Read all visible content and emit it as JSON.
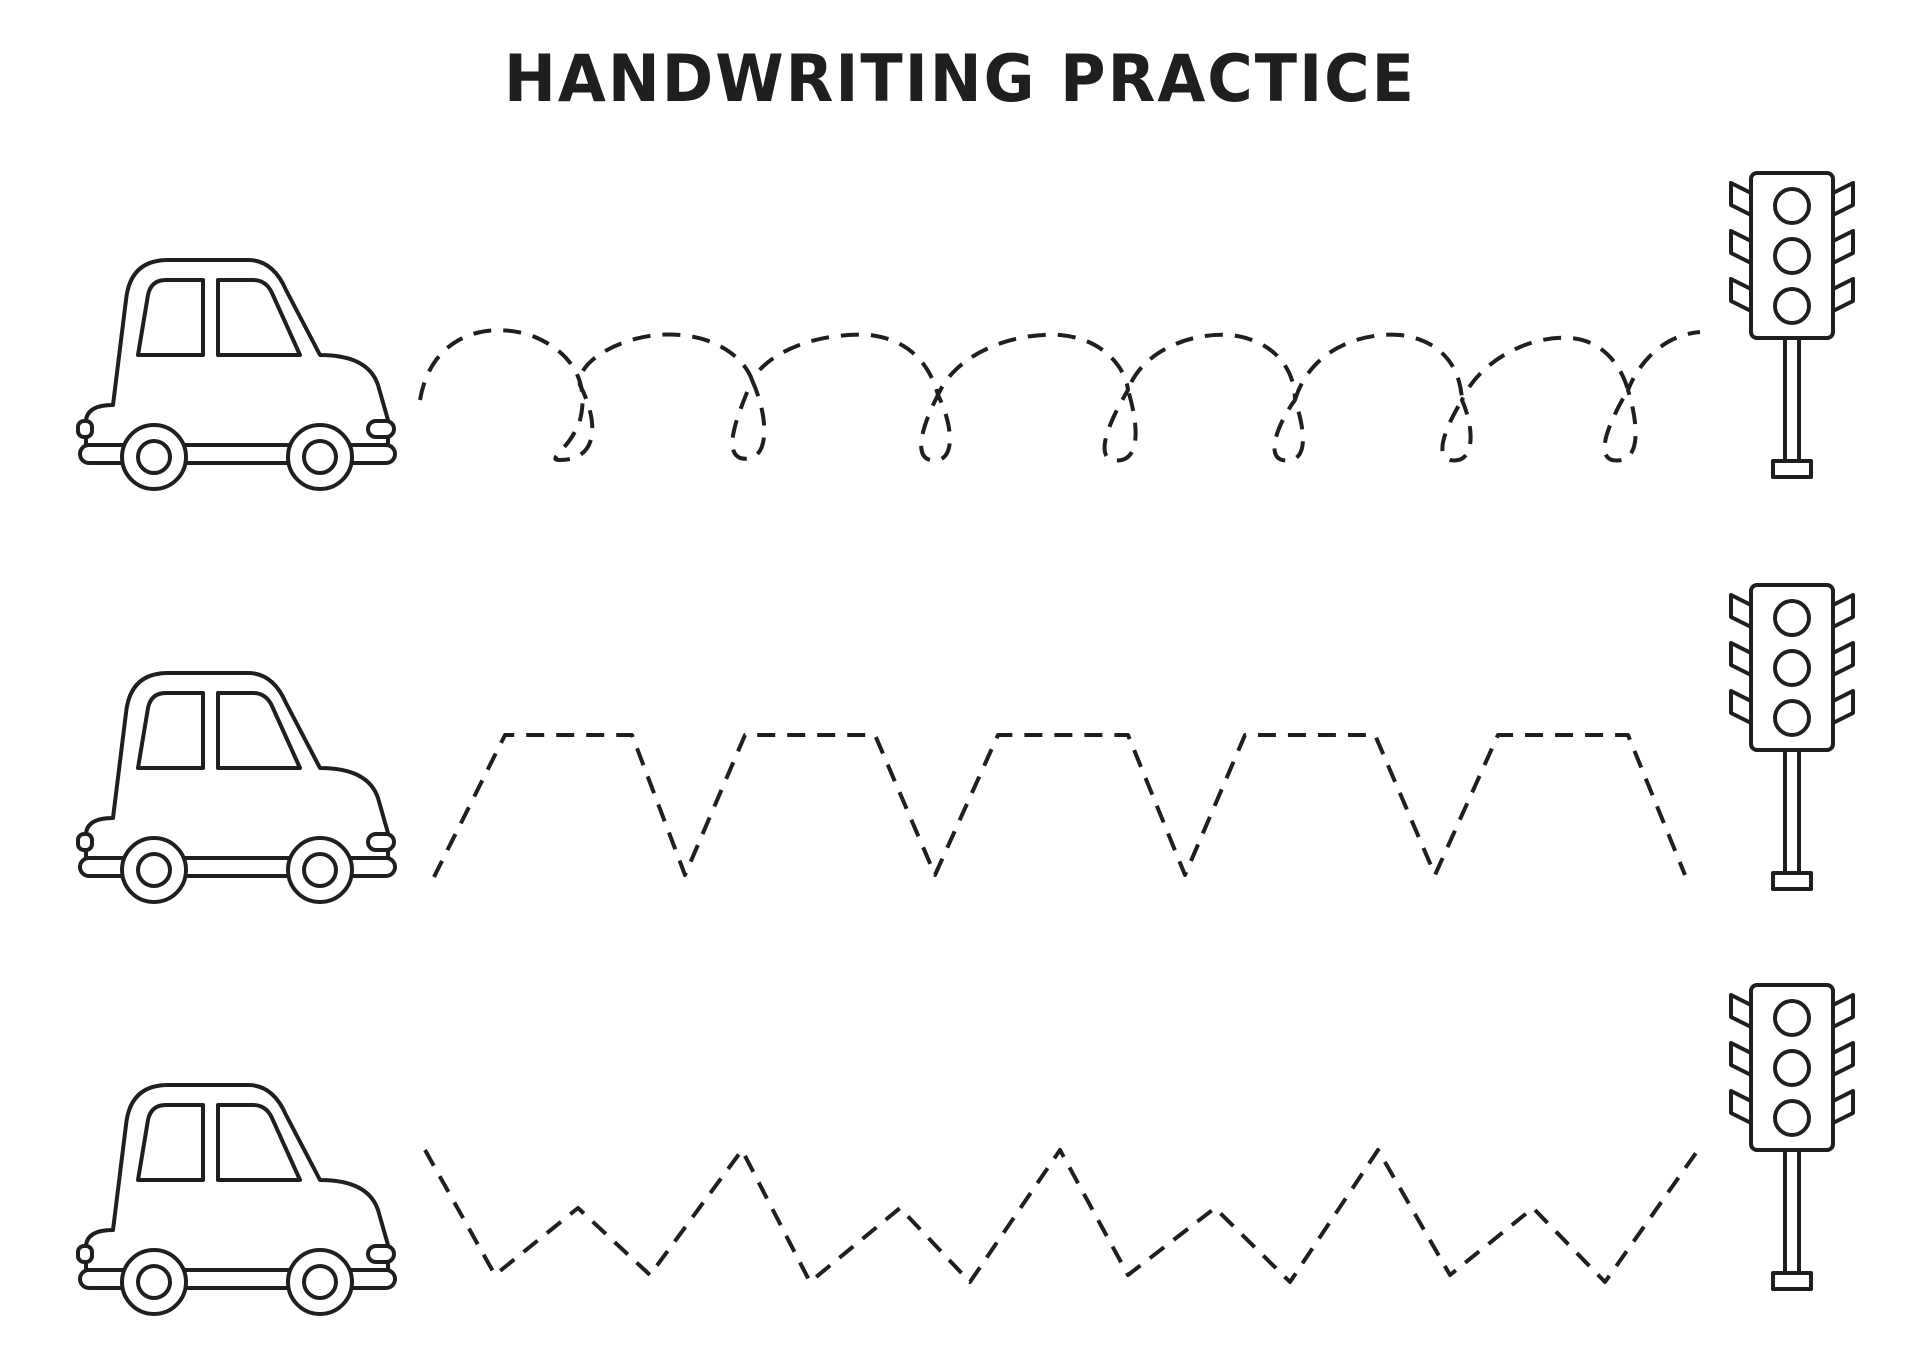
{
  "worksheet": {
    "title": "HANDWRITING PRACTICE",
    "rows": [
      {
        "pattern": "loops",
        "start_icon": "car-icon",
        "end_icon": "traffic-light-icon"
      },
      {
        "pattern": "trapezoid-wave",
        "start_icon": "car-icon",
        "end_icon": "traffic-light-icon"
      },
      {
        "pattern": "zigzag",
        "start_icon": "car-icon",
        "end_icon": "traffic-light-icon"
      }
    ],
    "colors": {
      "ink": "#1f1f1f",
      "paper": "#ffffff"
    }
  }
}
